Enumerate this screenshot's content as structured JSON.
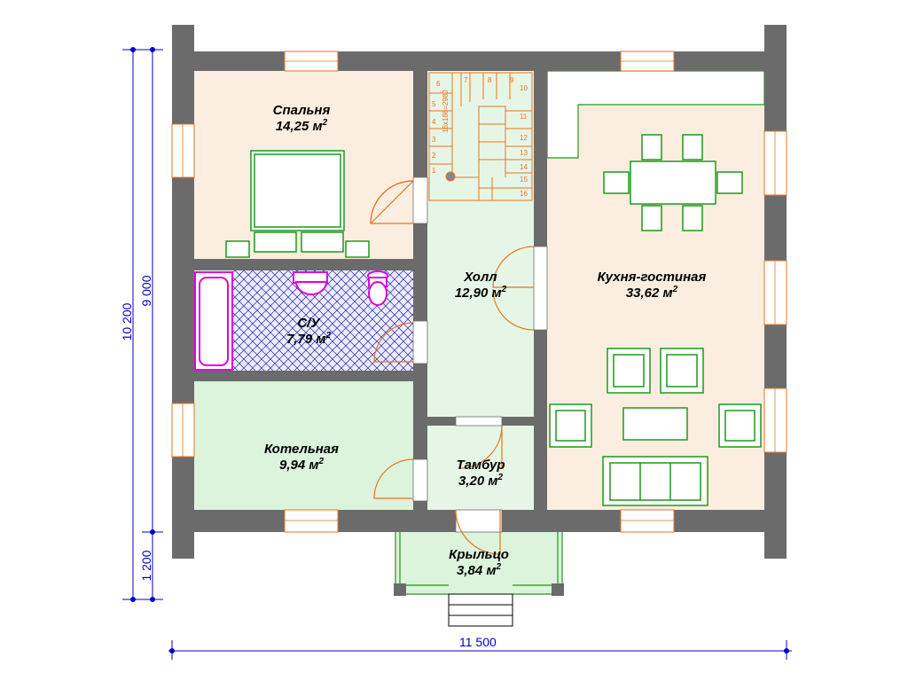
{
  "colors": {
    "wall": "#6b6b6b",
    "bedroom_floor": "#fbeee0",
    "hall_floor": "#e6f6e6",
    "kitchen_floor": "#fbeee0",
    "boiler_floor": "#dcf3dc",
    "porch_floor": "#dcf3dc",
    "furniture": "#1a9a1a",
    "plumbing": "#e000e0",
    "bath_tile": "#2222aa",
    "door_swing": "#e8741c",
    "dimension": "#0000cc"
  },
  "rooms": {
    "bedroom": {
      "name": "Спальня",
      "area": "14,25 м",
      "unit_sup": "2"
    },
    "bathroom": {
      "name": "С/У",
      "area": "7,79 м",
      "unit_sup": "2"
    },
    "hall": {
      "name": "Холл",
      "area": "12,90 м",
      "unit_sup": "2"
    },
    "kitchen_living": {
      "name": "Кухня-гостиная",
      "area": "33,62 м",
      "unit_sup": "2"
    },
    "boiler": {
      "name": "Котельная",
      "area": "9,94 м",
      "unit_sup": "2"
    },
    "vestibule": {
      "name": "Тамбур",
      "area": "3,20 м",
      "unit_sup": "2"
    },
    "porch": {
      "name": "Крыльцо",
      "area": "3,84 м",
      "unit_sup": "2"
    }
  },
  "dimensions": {
    "total_height": "10 200",
    "house_height": "9 000",
    "porch_depth": "1 200",
    "total_width": "11 500"
  },
  "stairs": {
    "note": "16x186=2980",
    "steps": [
      "1",
      "2",
      "3",
      "4",
      "5",
      "6",
      "7",
      "8",
      "9",
      "10",
      "11",
      "12",
      "13",
      "14",
      "15",
      "16"
    ]
  }
}
